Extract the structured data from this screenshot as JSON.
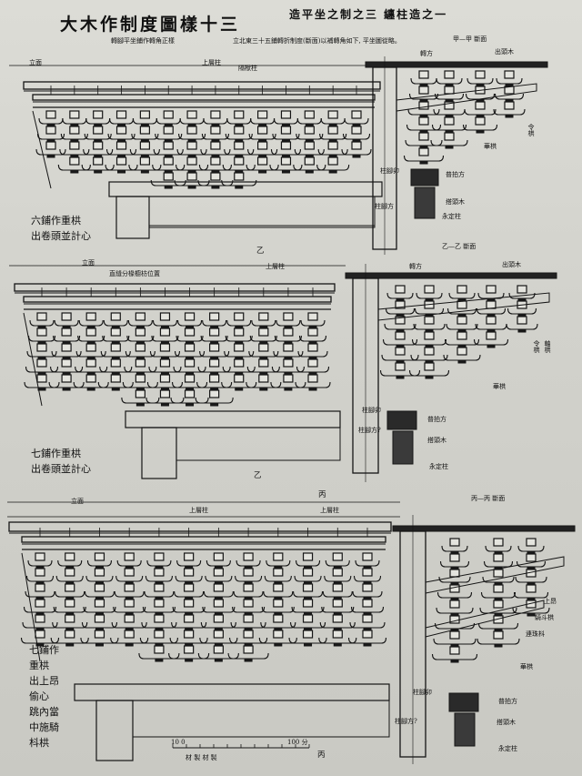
{
  "header": {
    "title": "大木作制度圖樣十三",
    "subtitle": "造平坐之制之三 纏柱造之一",
    "note_left": "轉腳平坐鋪作轉角正樣",
    "note_right": "立北東三十五鋪轉折制度(斷面)以補轉角如下, 平坐圖從略。"
  },
  "panel1": {
    "label_elev": "立面",
    "label_column_top": "上層柱",
    "label_ridge": "隔栿柱",
    "label_section": "甲—甲 斷面",
    "label_beam": "轉方",
    "label_eave": "出頭木",
    "label_lintel": "華栱",
    "label_cross": "普拍方",
    "label_block": "搭頭木",
    "label_post": "永定柱",
    "label_foot": "柱腳卯",
    "label_foot2": "柱腳方",
    "label_side": "令栱",
    "caption": [
      "六鋪作重栱",
      "出卷頭並計心"
    ]
  },
  "panel2": {
    "label_elev": "立面",
    "label_mark": "乙",
    "label_column_top": "上層柱",
    "label_ridge": "直縫分椽櫥枋位置",
    "label_section": "乙—乙 斷面",
    "label_beam": "轉方",
    "label_eave": "出頭木",
    "label_lintel": "華栱",
    "label_cross": "普拍方",
    "label_block": "搭頭木",
    "label_post": "永定柱",
    "label_foot": "柱腳卯",
    "label_foot2": "柱腳方?",
    "label_side1": "令栱",
    "label_side2": "軸栱",
    "caption": [
      "七鋪作重栱",
      "出卷頭並計心"
    ]
  },
  "panel3": {
    "label_elev": "立面",
    "label_mark": "丙",
    "label_column_top": "上層柱",
    "label_section": "丙—丙 斷面",
    "label_ang": "上昂",
    "label_cross1": "騎斗栱",
    "label_cross2": "連珠枓",
    "label_lintel": "華栱",
    "label_cross": "普拍方",
    "label_block": "搭頭木",
    "label_post": "永定柱",
    "label_foot": "柱腳卯",
    "label_foot2": "柱腳方?",
    "caption": [
      "七鋪作",
      "重栱",
      "出上昂",
      "偷心",
      "跳內當",
      "中施騎",
      "枓栱"
    ],
    "scale_unit": "材 製 材 製",
    "scale_0": "10 0",
    "scale_100": "100 分"
  }
}
